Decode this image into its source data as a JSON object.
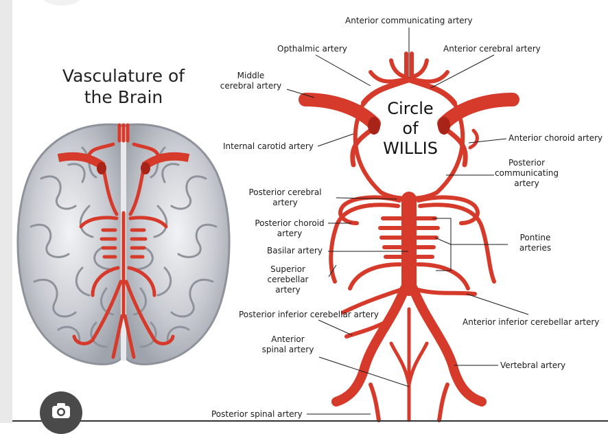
{
  "title": "Vasculature of the Brain",
  "title_lines": [
    "Vasculature of",
    "the Brain"
  ],
  "circle_title_lines": [
    "Circle",
    "of",
    "WILLIS"
  ],
  "labels": {
    "anterior_communicating": "Anterior communicating artery",
    "opthalmic": "Opthalmic artery",
    "anterior_cerebral": "Anterior cerebral artery",
    "middle_cerebral_1": "Middle",
    "middle_cerebral_2": "cerebral artery",
    "internal_carotid": "Internal carotid artery",
    "anterior_choroid": "Anterior choroid artery",
    "posterior_communicating_1": "Posterior",
    "posterior_communicating_2": "communicating",
    "posterior_communicating_3": "artery",
    "posterior_cerebral_1": "Posterior cerebral",
    "posterior_cerebral_2": "artery",
    "posterior_choroid_1": "Posterior choroid",
    "posterior_choroid_2": "artery",
    "pontine_1": "Pontine",
    "pontine_2": "arteries",
    "basilar": "Basilar artery",
    "superior_cerebellar_1": "Superior",
    "superior_cerebellar_2": "cerebellar",
    "superior_cerebellar_3": "artery",
    "posterior_inferior_cerebellar": "Posterior inferior cerebellar artery",
    "anterior_inferior_cerebellar": "Anterior inferior cerebellar artery",
    "anterior_spinal_1": "Anterior",
    "anterior_spinal_2": "spinal artery",
    "vertebral": "Vertebral artery",
    "posterior_spinal": "Posterior spinal artery"
  },
  "colors": {
    "artery": "#d63a2a",
    "artery_dark": "#a92418",
    "brain_fill": "#b9bcc3",
    "brain_light": "#e4e6ea",
    "brain_line": "#8e929a",
    "text": "#1a1a1a"
  },
  "button": {
    "icon": "camera-icon"
  }
}
